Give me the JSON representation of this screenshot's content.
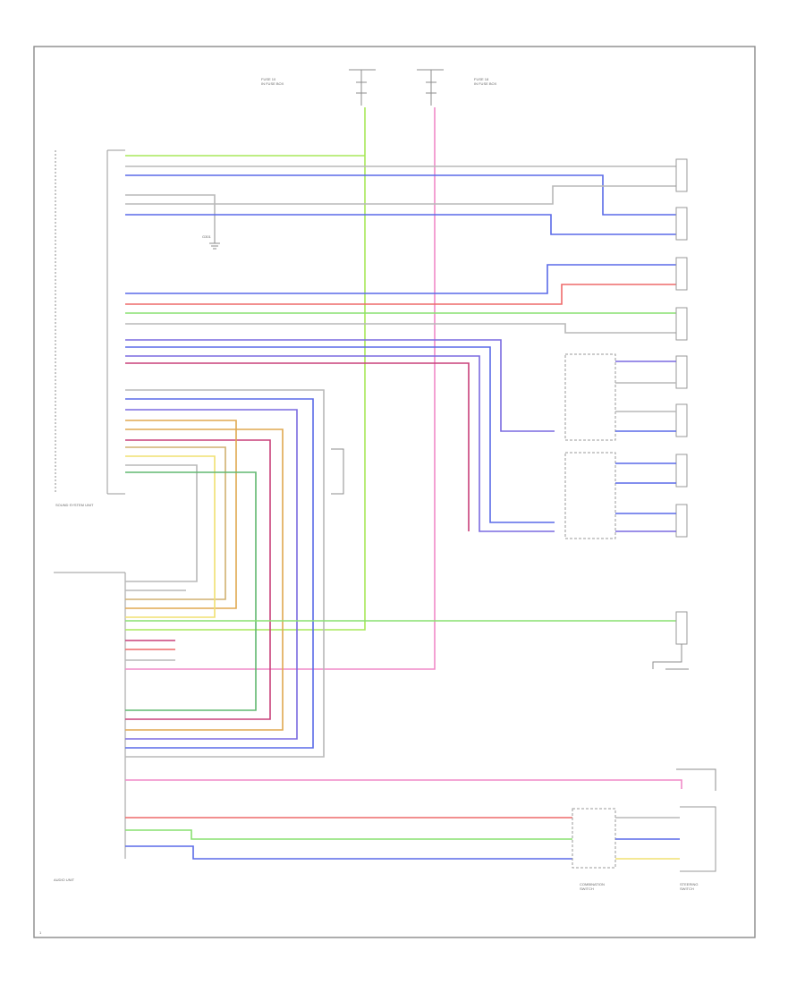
{
  "colors": {
    "yellow_green": "#a8e85a",
    "gray": "#b8b8b8",
    "blue": "#5a6ae8",
    "pink": "#f08ac8",
    "red": "#ee6a6a",
    "green": "#88e070",
    "violet": "#7a6ae0",
    "magenta": "#c8407a",
    "orange": "#e0a850",
    "tan": "#d0b070",
    "yellow": "#f0e070",
    "dark_green": "#60b870",
    "frame": "#8a8a8a"
  },
  "labels": {
    "fuse_block_1": "FUSE 10\nIN FUSE BOX",
    "fuse_block_2": "FUSE 18\nIN FUSE BOX",
    "ground": "G301",
    "unit_main": "SOUND SYSTEM UNIT",
    "unit_lower": "AUDIO UNIT",
    "combination_switch": "COMBINATION\nSWITCH",
    "steering_switch": "STEERING\nSWITCH",
    "page_number": "1"
  }
}
